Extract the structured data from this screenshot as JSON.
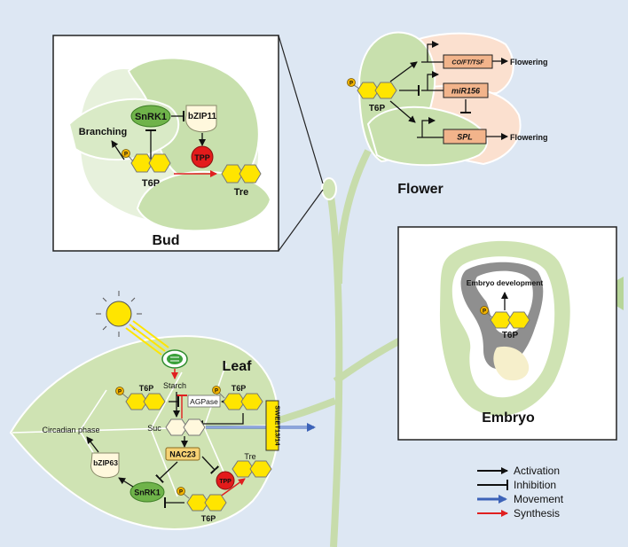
{
  "bud": {
    "title": "Bud",
    "snrk1": "SnRK1",
    "bzip11": "bZIP11",
    "branching": "Branching",
    "t6p": "T6P",
    "tpp": "TPP",
    "tre": "Tre",
    "p": "P"
  },
  "flower": {
    "title": "Flower",
    "genes": [
      "CO/FT/TSF",
      "miR156",
      "SPL"
    ],
    "flowering_top": "Flowering",
    "flowering_bottom": "Flowering",
    "t6p": "T6P",
    "p": "P"
  },
  "embryo": {
    "title": "Embryo",
    "development": "Embryo development",
    "t6p": "T6P",
    "p": "P"
  },
  "leaf": {
    "title": "Leaf",
    "starch": "Starch",
    "agpase": "AGPase",
    "t6p_left": "T6P",
    "t6p_right": "T6P",
    "t6p_bottom": "T6P",
    "suc": "Suc",
    "nac23": "NAC23",
    "tre": "Tre",
    "tpp": "TPP",
    "circadian": "Circadian phase",
    "bzip63": "bZIP63",
    "snrk1": "SnRK1",
    "sweet": "SWEET13/14",
    "p": "P"
  },
  "legend": [
    {
      "label": "Activation",
      "color": "#111111"
    },
    {
      "label": "Inhibition",
      "color": "#111111"
    },
    {
      "label": "Movement",
      "color": "#3d63b8"
    },
    {
      "label": "Synthesis",
      "color": "#e02020"
    }
  ],
  "colors": {
    "background": "#dde7f3",
    "leaf_fill": "#cfe3b3",
    "leaf_dark": "#a9cd8a",
    "hexagon": "#ffe500",
    "tpp_red": "#e31b1b",
    "gene_box": "#f2b48b",
    "sweet_box": "#ffe500"
  }
}
